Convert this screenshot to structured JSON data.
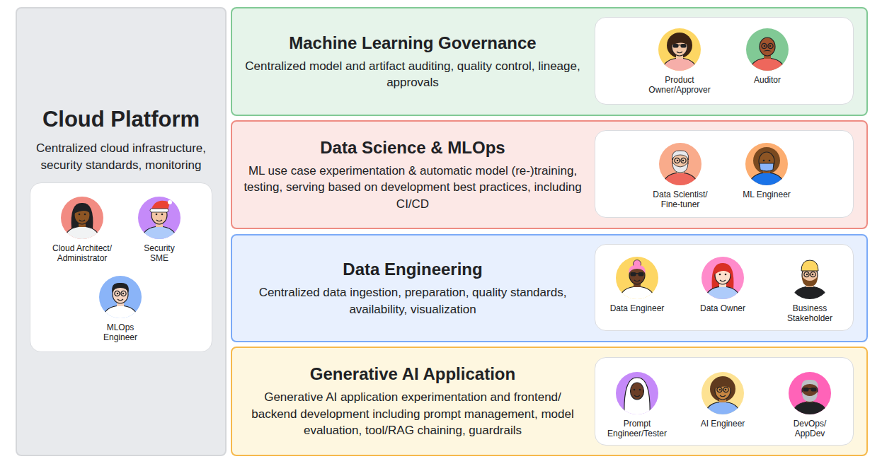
{
  "diagram": {
    "nodes": [
      {
        "text": [
          "Cloud Platform",
          "Centralized cloud infrastructure, security standards, monitoring"
        ]
      },
      {
        "text": [
          "Cloud Architect/ Administrator"
        ],
        "in": 0
      },
      {
        "text": [
          "Security SME"
        ],
        "in": 0
      },
      {
        "text": [
          "MLOps Engineer"
        ],
        "in": 0
      },
      {
        "text": [
          "Machine Learning Governance",
          "Centralized model and artifact auditing, quality control, lineage, approvals"
        ]
      },
      {
        "text": [
          "Product Owner/Approver"
        ],
        "in": 4
      },
      {
        "text": [
          "Auditor"
        ],
        "in": 4
      },
      {
        "text": [
          "Data Science & MLOps",
          "ML use case experimentation & automatic model (re-)training, testing, serving based on development best practices, including CI/CD"
        ]
      },
      {
        "text": [
          "Data Scientist/ Fine-tuner"
        ],
        "in": 7
      },
      {
        "text": [
          "ML Engineer"
        ],
        "in": 7
      },
      {
        "text": [
          "Data Engineering",
          "Centralized data ingestion, preparation, quality standards, availability, visualization"
        ]
      },
      {
        "text": [
          "Data Engineer"
        ],
        "in": 10
      },
      {
        "text": [
          "Data Owner"
        ],
        "in": 10
      },
      {
        "text": [
          "Business Stakeholder"
        ],
        "in": 10
      },
      {
        "text": [
          "Generative AI Application",
          "Generative AI application experimentation and frontend/ backend development including prompt management, model evaluation, tool/RAG chaining, guardrails"
        ]
      },
      {
        "text": [
          "Prompt Engineer/Tester"
        ],
        "in": 14
      },
      {
        "text": [
          "AI Engineer"
        ],
        "in": 14
      },
      {
        "text": [
          "DevOps/ AppDev"
        ],
        "in": 14
      }
    ]
  }
}
